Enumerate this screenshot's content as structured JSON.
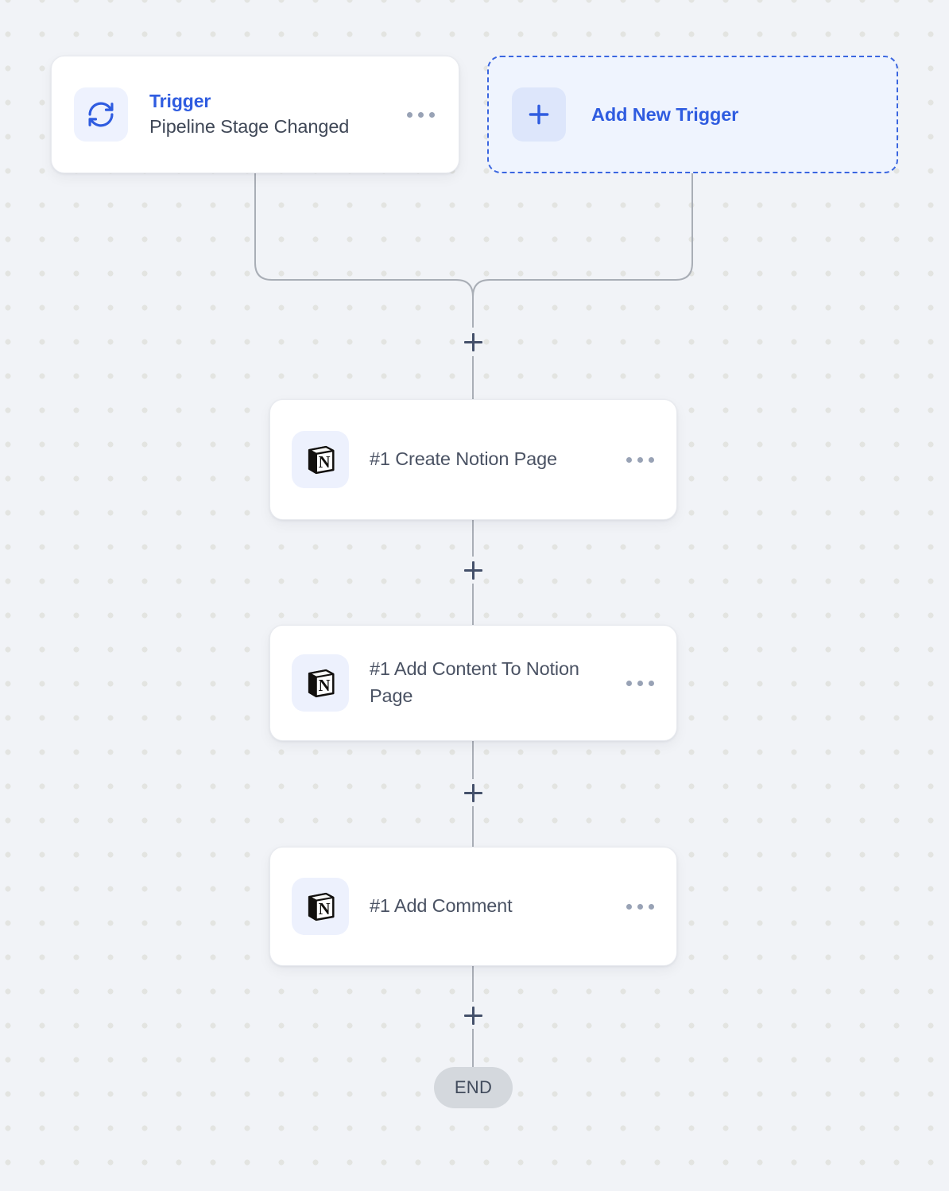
{
  "canvas": {
    "background_color": "#f1f3f7",
    "dot_color": "#e3e4e1",
    "connector_color": "#a9aeb6"
  },
  "theme": {
    "accent": "#2f5ce0",
    "accent_soft_bg": "#eff4fe",
    "icon_tile_bg": "#eef2fe",
    "card_bg": "#ffffff",
    "card_border": "#e8eaef",
    "text_primary": "#3f4756",
    "text_muted": "#98a2b5",
    "end_pill_bg": "#d4d8dd"
  },
  "trigger": {
    "kicker": "Trigger",
    "name": "Pipeline Stage Changed",
    "icon": "sync-refresh-icon",
    "menu_icon": "kebab-menu-icon"
  },
  "add_trigger": {
    "label": "Add New Trigger",
    "icon": "plus-icon"
  },
  "actions": [
    {
      "label": "#1 Create Notion Page",
      "icon": "notion-icon",
      "menu_icon": "kebab-menu-icon"
    },
    {
      "label": "#1 Add Content To Notion Page",
      "icon": "notion-icon",
      "menu_icon": "kebab-menu-icon"
    },
    {
      "label": "#1 Add Comment",
      "icon": "notion-icon",
      "menu_icon": "kebab-menu-icon"
    }
  ],
  "add_step_buttons": [
    {
      "label": "+",
      "position": "after-trigger-merge"
    },
    {
      "label": "+",
      "position": "after-create-notion-page"
    },
    {
      "label": "+",
      "position": "after-add-content-to-notion-page"
    },
    {
      "label": "+",
      "position": "after-add-comment"
    }
  ],
  "end_node": {
    "label": "END"
  }
}
